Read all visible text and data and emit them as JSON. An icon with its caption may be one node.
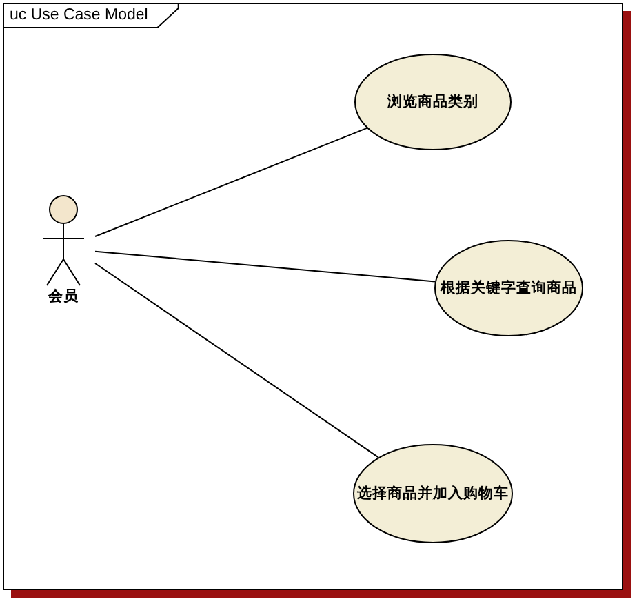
{
  "diagram": {
    "nodes": [
      {
        "text": [
          "uc Use Case Model"
        ]
      },
      {
        "text": [
          "会员"
        ],
        "in": 0
      },
      {
        "text": [
          "浏览商品类别"
        ],
        "in": 0
      },
      {
        "text": [
          "根据关键字查询商品"
        ],
        "in": 0
      },
      {
        "text": [
          "选择商品并加入购物车"
        ],
        "in": 0
      }
    ],
    "edges": [
      {
        "from": 1,
        "to": 2,
        "arrow": "none"
      },
      {
        "from": 1,
        "to": 3,
        "arrow": "none"
      },
      {
        "from": 1,
        "to": 4,
        "arrow": "none"
      }
    ]
  }
}
